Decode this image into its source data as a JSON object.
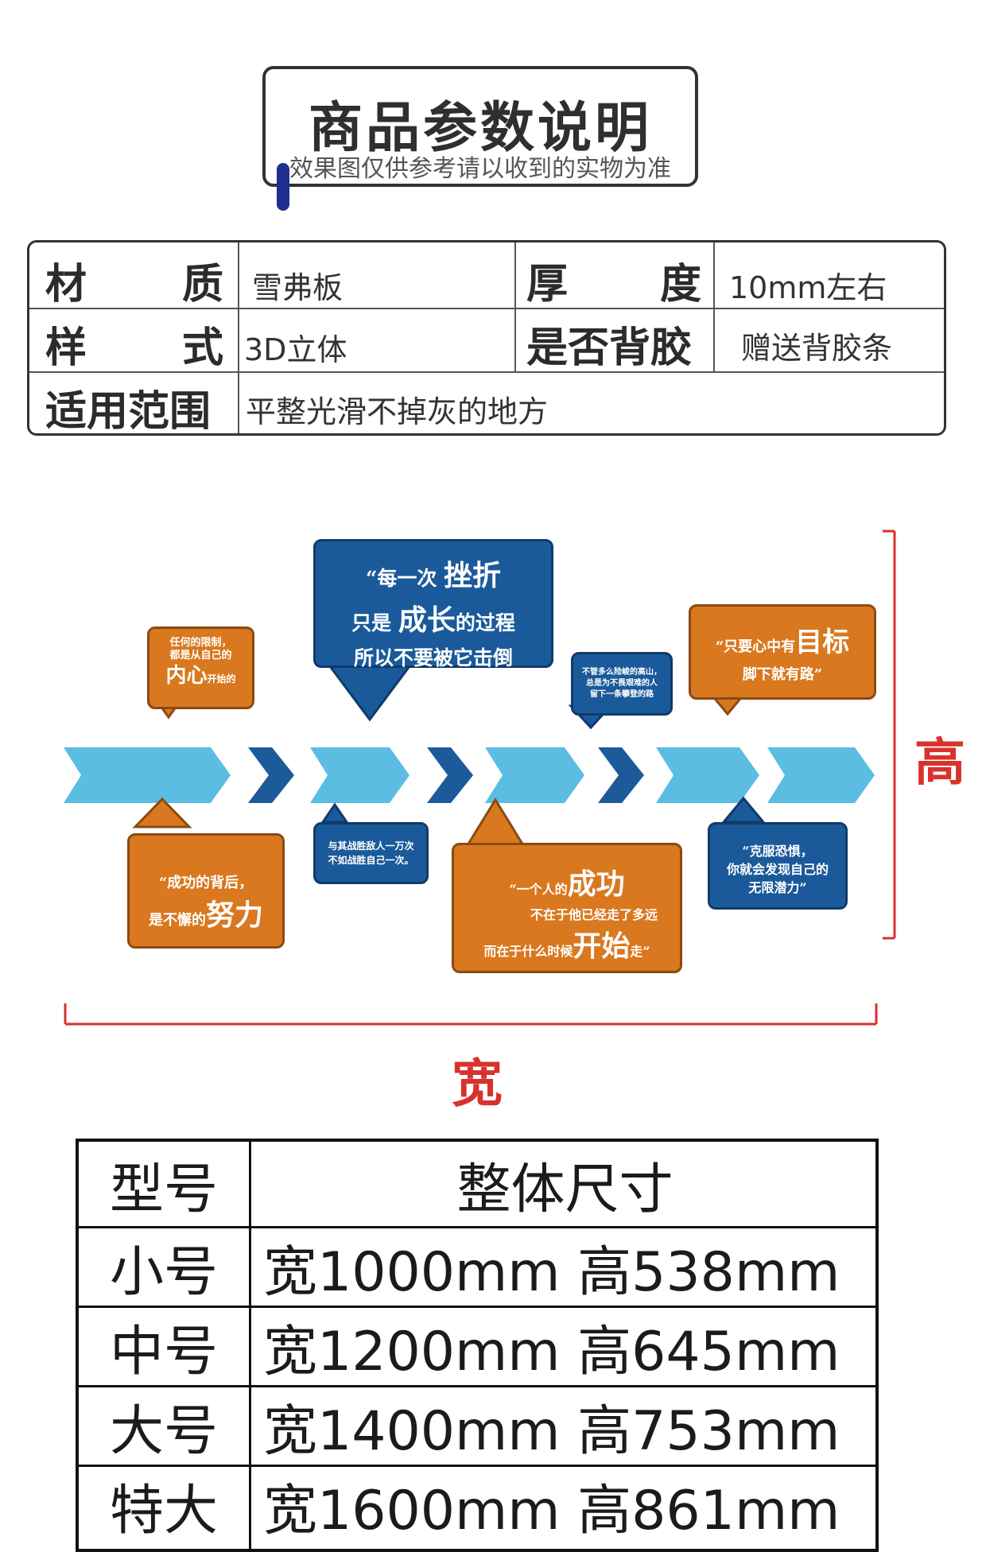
{
  "header": {
    "title": "商品参数说明",
    "subtitle": "效果图仅供参考请以收到的实物为准"
  },
  "specs": {
    "material_key": [
      "材",
      "质"
    ],
    "material_val": "雪弗板",
    "thickness_key": [
      "厚",
      "度"
    ],
    "thickness_val": "10mm左右",
    "style_key": [
      "样",
      "式"
    ],
    "style_val": "3D立体",
    "adhesive_key": "是否背胶",
    "adhesive_val": "赠送背胶条",
    "scope_key": "适用范围",
    "scope_val": "平整光滑不掉灰的地方"
  },
  "diagram": {
    "height_label": "高",
    "width_label": "宽",
    "bubbles": {
      "b1": [
        "任何的限制，",
        "都是从自己的",
        "内心",
        "开始的"
      ],
      "b2": [
        "“每一次",
        "挫折",
        "只是",
        "成长",
        "的过程",
        "所以不要被它击倒"
      ],
      "b3": [
        "不管多么险峻的高山，",
        "总是为不畏艰难的人",
        "留下一条攀登的路"
      ],
      "b4": [
        "“只要心中有",
        "目标",
        "脚下就有路”"
      ],
      "b5": [
        "“成功的背后，",
        "是不懈的",
        "努力"
      ],
      "b6": [
        "与其战胜敌人一万次",
        "不如战胜自己一次。"
      ],
      "b7": [
        "“一个人的",
        "成功",
        "不在于他已经走了多远",
        "而在于什么时候",
        "开始",
        "走”"
      ],
      "b8": [
        "“克服恐惧，",
        "你就会发现自己的",
        "无限潜力”"
      ]
    }
  },
  "size_table": {
    "headers": [
      "型号",
      "整体尺寸"
    ],
    "rows": [
      [
        "小号",
        "宽1000mm 高538mm"
      ],
      [
        "中号",
        "宽1200mm 高645mm"
      ],
      [
        "大号",
        "宽1400mm 高753mm"
      ],
      [
        "特大",
        "宽1600mm 高861mm"
      ]
    ]
  },
  "colors": {
    "blue": "#1b5a9a",
    "orange": "#d9781e",
    "light_blue": "#5bbde2",
    "red": "#d9312c"
  }
}
